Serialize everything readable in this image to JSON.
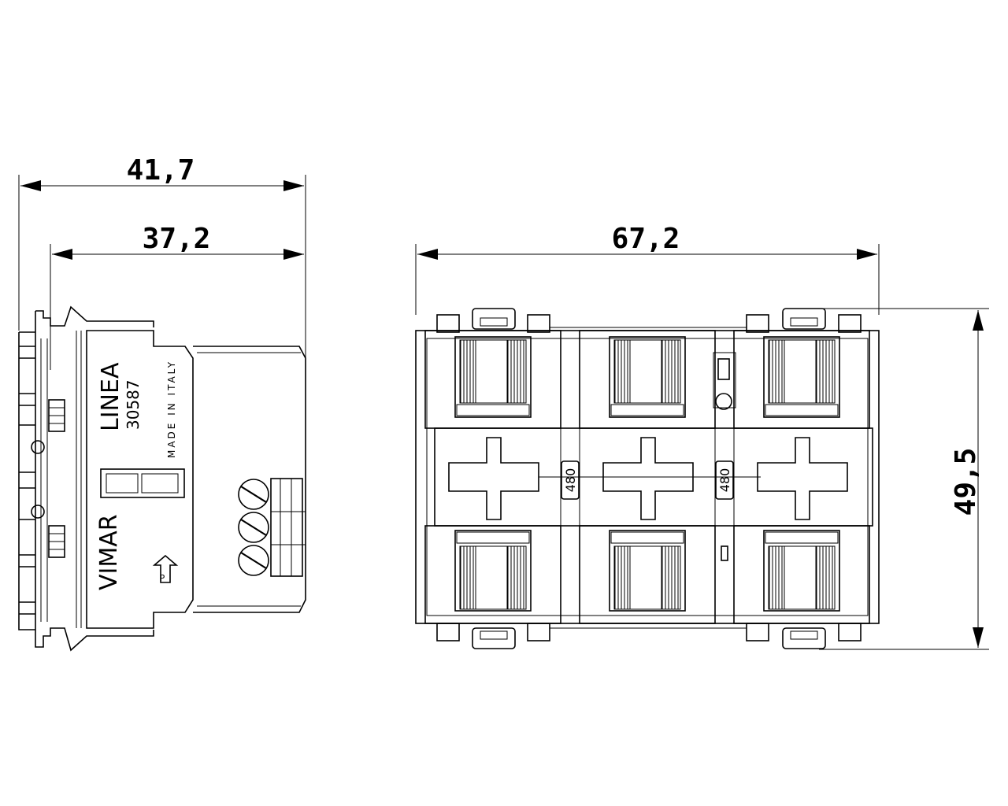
{
  "dimensions": {
    "side_depth_total": "41,7",
    "side_depth_body": "37,2",
    "front_width": "67,2",
    "front_height": "49,5"
  },
  "side_markings": {
    "series": "LINEA",
    "code": "30587",
    "origin": "MADE IN ITALY",
    "brand": "VIMAR"
  },
  "front_markings": {
    "left_gap_code": "480",
    "right_gap_code": "480"
  }
}
